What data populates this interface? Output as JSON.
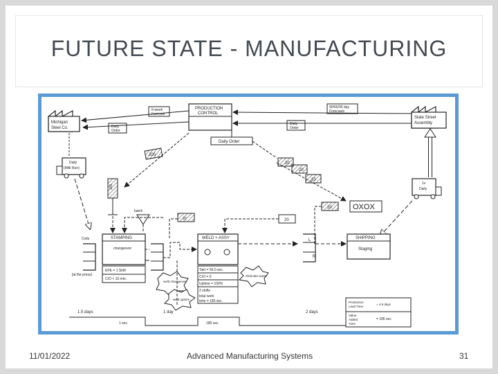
{
  "slide": {
    "title": "FUTURE STATE - MANUFACTURING",
    "footer_date": "11/01/2022",
    "footer_center": "Advanced Manufacturing Systems",
    "footer_page": "31"
  },
  "diagram": {
    "supplier_label_1": "Michigan",
    "supplier_label_2": "Steel Co.",
    "customer_label_1": "State Street",
    "customer_label_2": "Assembly",
    "production_control_1": "PRODUCTION",
    "production_control_2": "CONTROL",
    "forecast_left_1": "6-week",
    "forecast_left_2": "Forecast",
    "forecast_right_1": "90/60/30 day",
    "forecast_right_2": "Forecasts",
    "daily_order_left_1": "Daily",
    "daily_order_left_2": "Order",
    "daily_order_right_1": "Daily",
    "daily_order_right_2": "Order",
    "daily_order_center": "Daily Order",
    "milk_run_1": "Daily",
    "milk_run_2": "(Milk Run)",
    "truck_right_1": "1x",
    "truck_right_2": "Daily",
    "kanban_200": "200",
    "kanban_20_a": "20",
    "kanban_20_b": "20",
    "kanban_20_c": "20",
    "kanban_20_d": "20",
    "kanban_20_e": "20",
    "kanban_20_f": "20",
    "batch": "batch",
    "coils": "Coils",
    "at_press": "[at the press]",
    "oxox": "OXOX",
    "stamping": "STAMPING",
    "changeover": "changeover",
    "stamping_epe": "EPE = 1 Shift",
    "stamping_co": "C/O < 10 min.",
    "weld": "WELD + ASSY",
    "weld_takt": "Takt = 56.0 sec.",
    "weld_co": "C/O = 0",
    "weld_uptime": "Uptime = 100%",
    "weld_shifts": "2 shifts",
    "weld_work": "total work",
    "weld_time": "time = 185 sec.",
    "kaizen_weld_changeover": "weld changeover",
    "kaizen_weld_uptime": "weld uptime",
    "kaizen_eliminate": "eliminate waste",
    "shipping": "SHIPPING",
    "staging": "Staging",
    "fifo_l": "L",
    "fifo_r": "R",
    "cycle_title": "OXOX",
    "timeline_1": "1.5 days",
    "timeline_2": "1 day",
    "timeline_3": "2 days",
    "timeline_4": "1 sec.",
    "timeline_5": "185 sec.",
    "summary_lead_1": "Production",
    "summary_lead_2": "Lead Time",
    "summary_lead_val": "= 4.5 days",
    "summary_va_1": "Value-",
    "summary_va_2": "Added",
    "summary_va_3": "Time",
    "summary_va_val": "= 186 sec"
  }
}
